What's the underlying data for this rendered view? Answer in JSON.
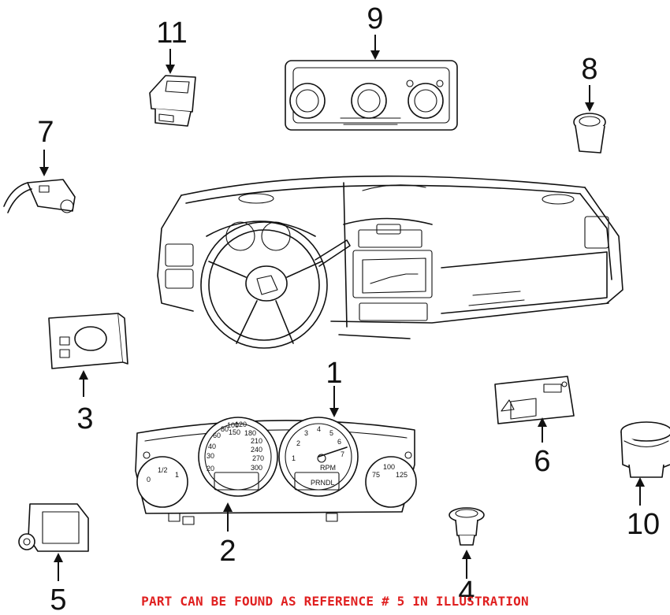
{
  "callouts": {
    "c1": "1",
    "c2": "2",
    "c3": "3",
    "c4": "4",
    "c5": "5",
    "c6": "6",
    "c7": "7",
    "c8": "8",
    "c9": "9",
    "c10": "10",
    "c11": "11"
  },
  "gauges": {
    "speedo_ticks": [
      "20",
      "30",
      "40",
      "60",
      "80",
      "100",
      "120",
      "150",
      "180",
      "210",
      "240",
      "270",
      "300"
    ],
    "tach_ticks": [
      "1",
      "2",
      "3",
      "4",
      "5",
      "6",
      "7"
    ],
    "tach_unit": "RPM",
    "tach_prnd": "PRNDL",
    "left_gauge_ticks": [
      "1/2",
      "1",
      "0"
    ],
    "right_gauge_ticks": [
      "75",
      "100",
      "125"
    ]
  },
  "footer": {
    "note": "PART CAN BE FOUND AS REFERENCE # 5 IN ILLUSTRATION",
    "note_color": "#e02020"
  }
}
